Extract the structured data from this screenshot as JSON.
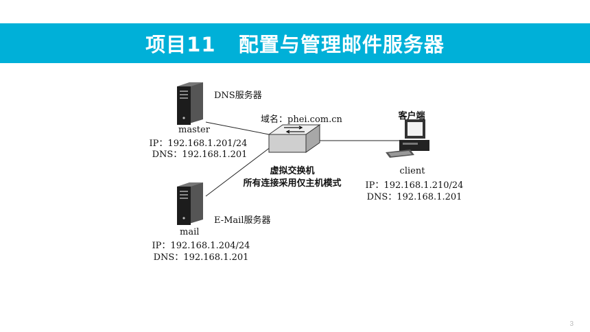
{
  "title": "项目11   配置与管理邮件服务器",
  "dns_server": {
    "label": "DNS服务器",
    "hostname": "master",
    "ip": "IP：192.168.1.201/24",
    "dns": "DNS：192.168.1.201"
  },
  "mail_server": {
    "label": "E-Mail服务器",
    "hostname": "mail",
    "ip": "IP：192.168.1.204/24",
    "dns": "DNS：192.168.1.201"
  },
  "switch": {
    "domain": "域名：phei.com.cn",
    "name": "虚拟交换机",
    "mode": "所有连接采用仅主机模式"
  },
  "client": {
    "label": "客户端",
    "hostname": "client",
    "ip": "IP：192.168.1.210/24",
    "dns": "DNS：192.168.1.201"
  },
  "page_number": "3",
  "colors": {
    "banner": "#00b0d8"
  },
  "icons": [
    "server-icon",
    "switch-icon",
    "client-computer-icon"
  ]
}
